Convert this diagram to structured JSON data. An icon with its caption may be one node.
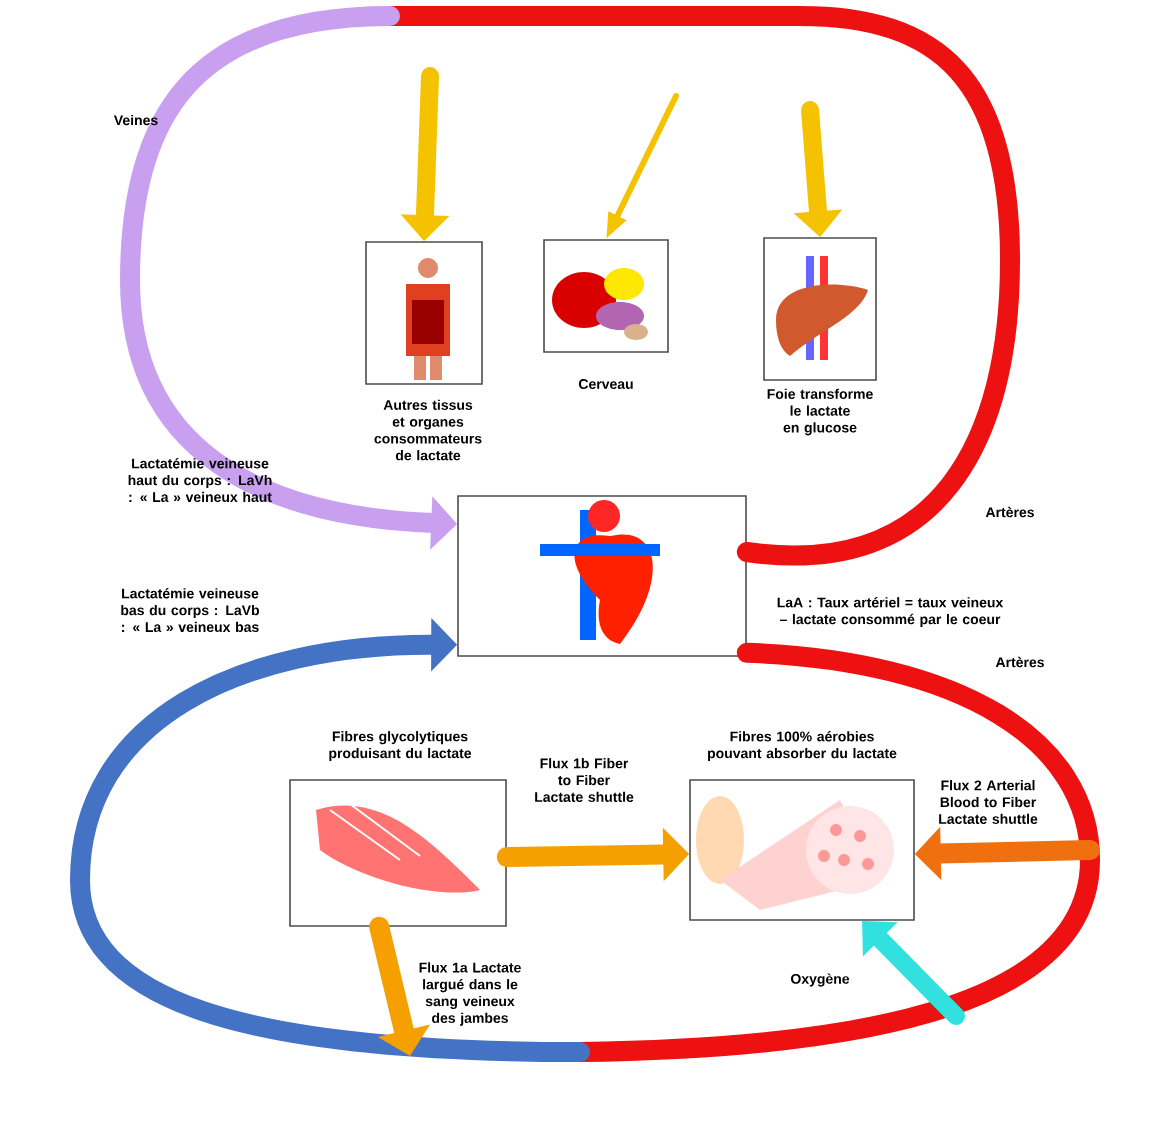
{
  "diagram": {
    "nodes": [
      {
        "text": [
          "Autres tissus et organes consommateurs de lactate"
        ]
      },
      {
        "text": [
          "Cerveau"
        ]
      },
      {
        "text": [
          "Foie transforme le lactate en glucose"
        ]
      },
      {
        "text": [],
        "shape": "picture"
      },
      {
        "text": [
          "Fibres glycolytiques produisant du lactate"
        ]
      },
      {
        "text": [
          "Fibres 100% aérobies pouvant absorber du lactate"
        ]
      }
    ],
    "edges": [
      {
        "from": null,
        "to": 0,
        "arrow": "to",
        "color": "#f5c200"
      },
      {
        "from": null,
        "to": 1,
        "arrow": "to",
        "color": "#f5c200"
      },
      {
        "from": null,
        "to": 2,
        "arrow": "to",
        "color": "#f5c200"
      },
      {
        "from": 3,
        "to": null,
        "arrow": "none",
        "color": "#ee1111"
      },
      {
        "from": null,
        "to": 3,
        "arrow": "to",
        "color": "#c9a0f0"
      },
      {
        "from": 3,
        "to": null,
        "arrow": "none",
        "color": "#ee1111"
      },
      {
        "from": null,
        "to": 3,
        "arrow": "to",
        "color": "#4472c4"
      },
      {
        "from": 4,
        "to": 5,
        "arrow": "to",
        "label": "Flux 1b Fiber to Fiber Lactate shuttle",
        "color": "#f5a000"
      },
      {
        "from": 4,
        "to": null,
        "arrow": "to",
        "label": "Flux 1a Lactate largué dans le sang veineux des jambes",
        "color": "#f5a000"
      },
      {
        "from": null,
        "to": 5,
        "arrow": "to",
        "label": "Flux 2 Arterial Blood to Fiber Lactate shuttle",
        "color": "#f07010"
      },
      {
        "from": null,
        "to": 5,
        "arrow": "to",
        "label": "Oxygène",
        "color": "#33e0e0"
      }
    ],
    "labels": [
      "Veines",
      "Artères",
      "Lactatémie veineuse haut du corps : LaVh : « La » veineux haut",
      "Lactatémie veineuse bas du corps : LaVb : « La » veineux bas",
      "LaA : Taux artériel = taux veineux – lactate consommé par le coeur",
      "Artères"
    ]
  }
}
